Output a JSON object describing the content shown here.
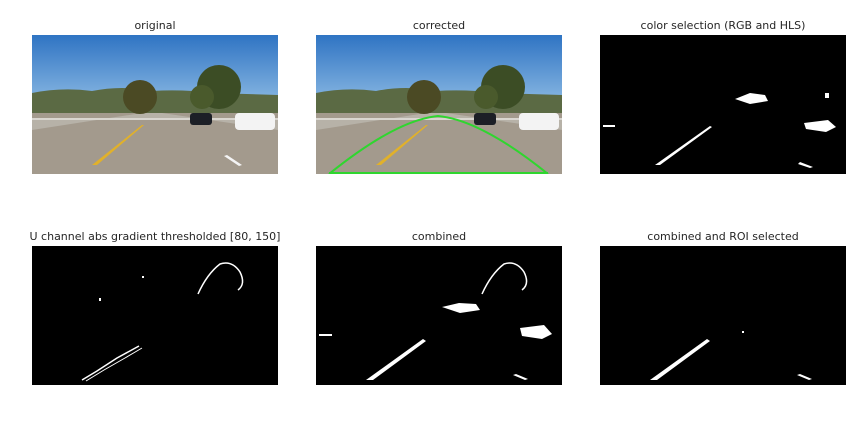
{
  "figure": {
    "panels": [
      {
        "title": "original"
      },
      {
        "title": "corrected"
      },
      {
        "title": "color selection (RGB and HLS)"
      },
      {
        "title": "U channel abs gradient thresholded [80, 150]"
      },
      {
        "title": "combined"
      },
      {
        "title": "combined and ROI selected"
      }
    ]
  },
  "colors": {
    "sky_top": "#2f74c3",
    "sky_bottom": "#8bb9e3",
    "road": "#a39a8d",
    "tree": "#3c4d25",
    "lane_yellow": "#e1b12a",
    "roi_overlay": "#2fd62f",
    "mask_bg": "#000000",
    "mask_fg": "#ffffff"
  }
}
